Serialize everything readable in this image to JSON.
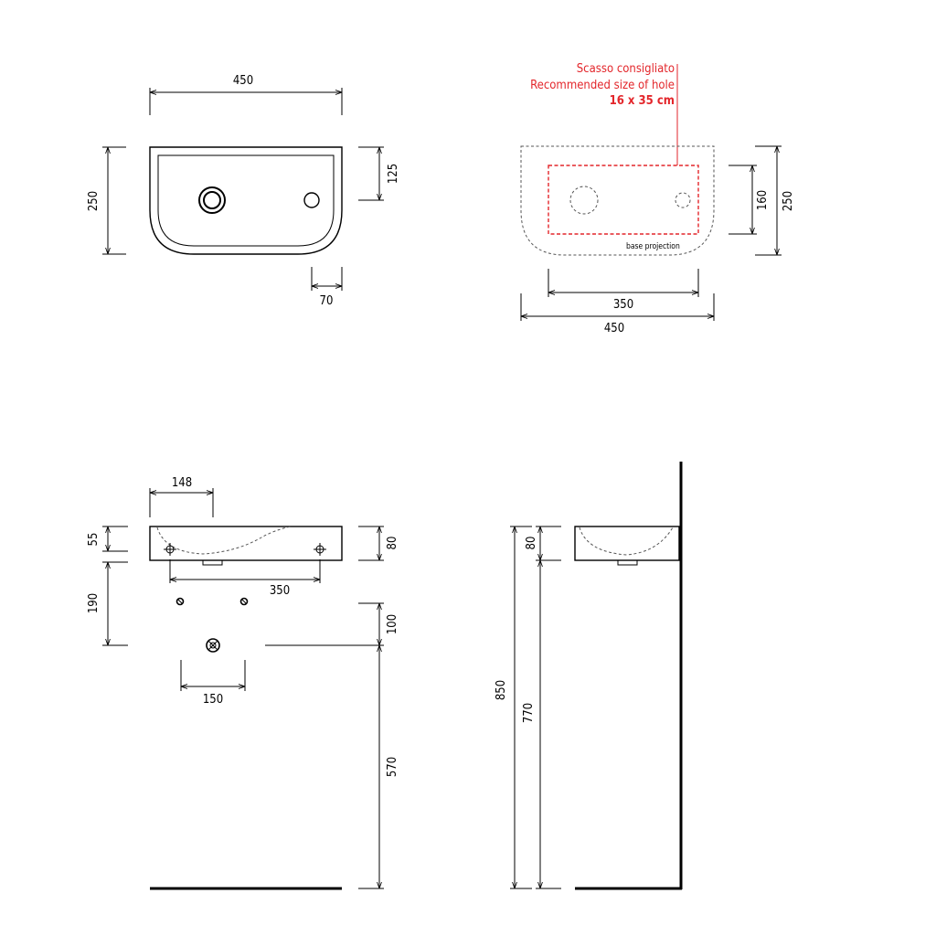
{
  "top_view": {
    "width": "450",
    "depth": "250",
    "faucet_offset": "125",
    "drain_offset": "70"
  },
  "base_view": {
    "note_it": "Scasso consigliato",
    "note_en": "Recommended size of hole",
    "note_size": "16 x 35 cm",
    "projection_label": "base projection",
    "hole_depth": "160",
    "total_depth": "250",
    "hole_width": "350",
    "total_width": "450"
  },
  "front_view": {
    "faucet_x": "148",
    "basin_depth": "55",
    "height": "80",
    "fixing_spacing": "350",
    "fixing_drop": "190",
    "waste_drop": "100",
    "supply_spacing": "150",
    "floor_height": "570"
  },
  "side_view": {
    "total_height": "850",
    "height": "80",
    "floor_to_underside": "770"
  }
}
